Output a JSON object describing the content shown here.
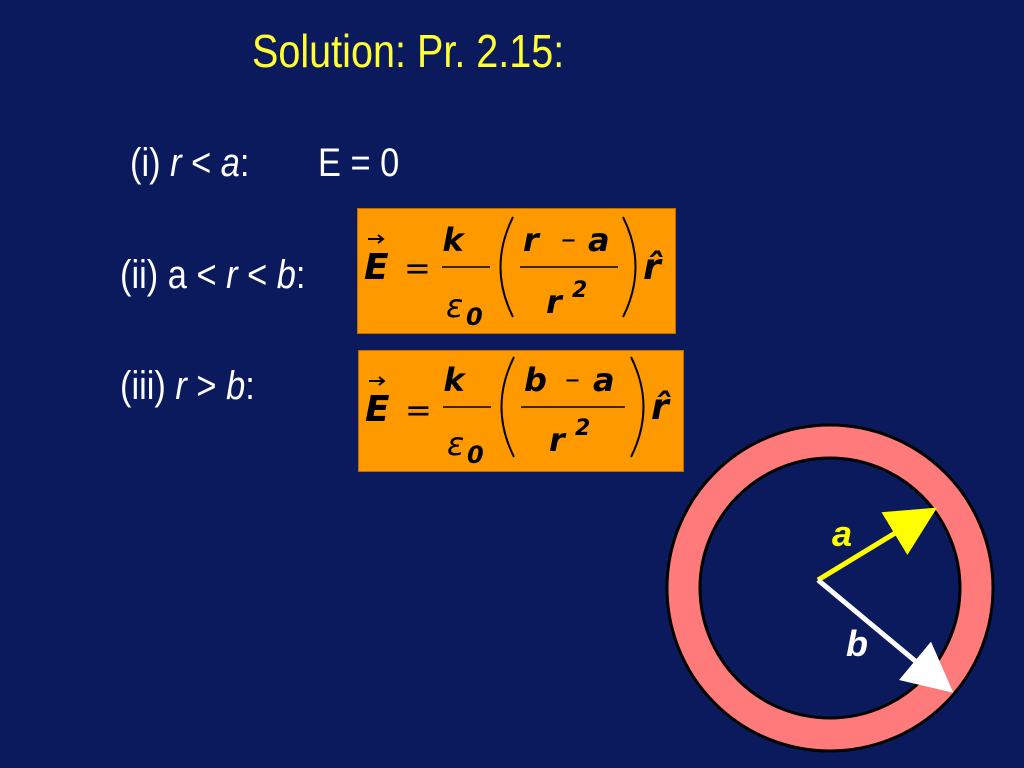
{
  "title": "Solution: Pr. 2.15:",
  "cases": [
    {
      "prefix": "(i) ",
      "cond_var": "r",
      "cond_op": " < ",
      "cond_rhs": "a",
      "suffix": ":",
      "result": "E = 0"
    },
    {
      "prefix": "(ii) a < ",
      "cond_var": "r",
      "cond_op": "  < ",
      "cond_rhs": "b",
      "suffix": ":"
    },
    {
      "prefix": "(iii) ",
      "cond_var": "r",
      "cond_op": " > ",
      "cond_rhs": "b",
      "suffix": ":"
    }
  ],
  "equations": [
    {
      "lhs": "E",
      "equals": "=",
      "numer": "k",
      "denom": "ε",
      "denom_sub": "0",
      "inner_numer_left": "r",
      "minus": "–",
      "inner_numer_right": "a",
      "inner_denom": "r",
      "inner_denom_sup": "2",
      "unit": "r̂"
    },
    {
      "lhs": "E",
      "equals": "=",
      "numer": "k",
      "denom": "ε",
      "denom_sub": "0",
      "inner_numer_left": "b",
      "minus": "–",
      "inner_numer_right": "a",
      "inner_denom": "r",
      "inner_denom_sup": "2",
      "unit": "r̂"
    }
  ],
  "diagram": {
    "label_a": "a",
    "label_b": "b",
    "colors": {
      "shell": "#ff7a7a",
      "arrow_a": "#ffff00",
      "arrow_b": "#ffffff",
      "label": "#ffff00",
      "inner": "#0b1a5c",
      "outline": "#000000"
    }
  },
  "colors": {
    "background": "#0b1a5c",
    "title": "#ffff33",
    "text": "#ffffff",
    "equation_box": "#ff9900"
  }
}
